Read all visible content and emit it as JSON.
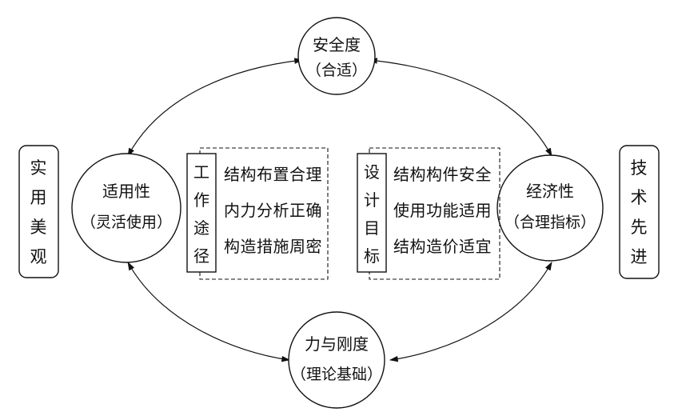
{
  "nodes": {
    "top": {
      "line1": "安全度",
      "line2": "（合适）"
    },
    "left": {
      "line1": "适用性",
      "line2": "（灵活使用）"
    },
    "right": {
      "line1": "经济性",
      "line2": "（合理指标）"
    },
    "bottom": {
      "line1": "力与刚度",
      "line2": "（理论基础）"
    }
  },
  "side_boxes": {
    "left": [
      "实",
      "用",
      "美",
      "观"
    ],
    "right": [
      "技",
      "术",
      "先",
      "进"
    ]
  },
  "panels": {
    "work": {
      "label": [
        "工",
        "作",
        "途",
        "径"
      ],
      "items": [
        "结构布置合理",
        "内力分析正确",
        "构造措施周密"
      ]
    },
    "goal": {
      "label": [
        "设",
        "计",
        "目",
        "标"
      ],
      "items": [
        "结构构件安全",
        "使用功能适用",
        "结构造价适宜"
      ]
    }
  }
}
